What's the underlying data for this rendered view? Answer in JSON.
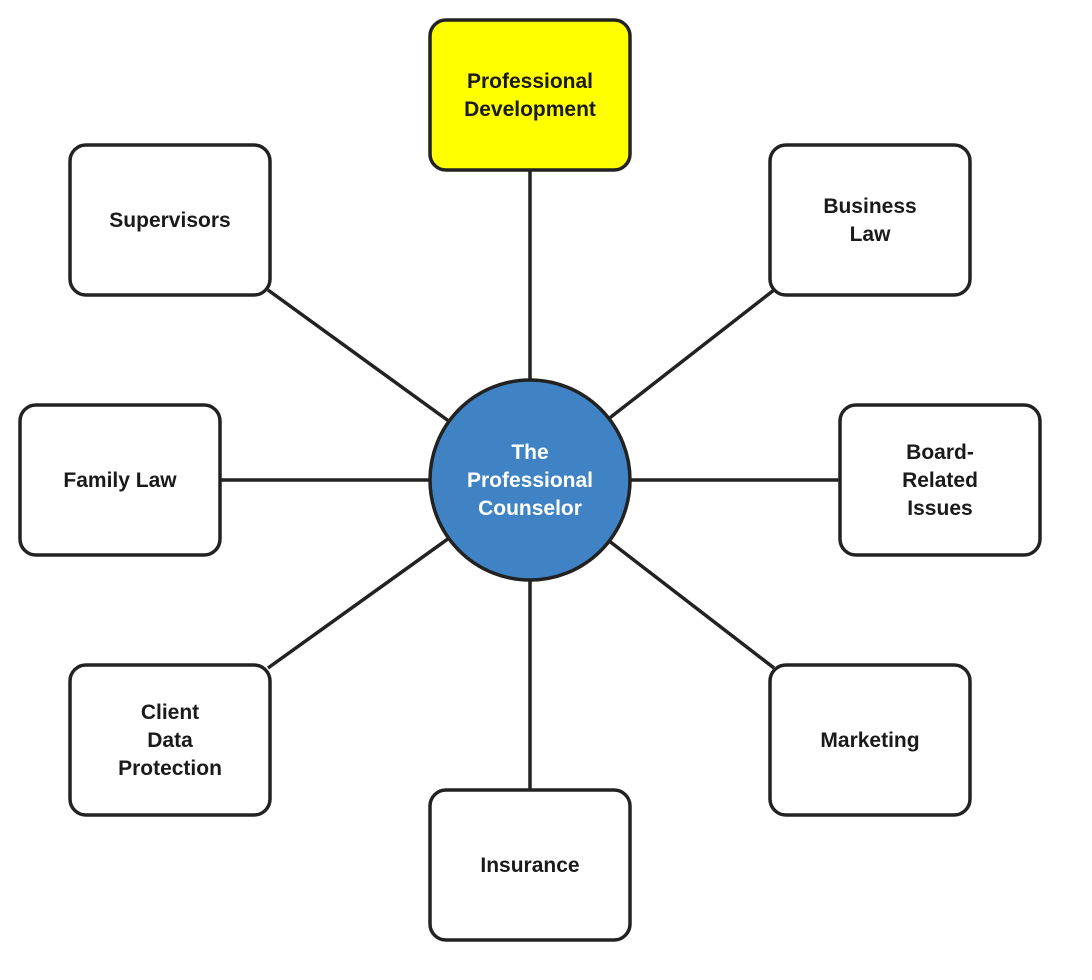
{
  "colors": {
    "center_fill": "#3f83c5",
    "center_text": "#ffffff",
    "highlight_fill": "#ffff00",
    "box_fill": "#ffffff",
    "stroke": "#222222",
    "text": "#1a1a1a"
  },
  "center": {
    "lines": [
      "The",
      "Professional",
      "Counselor"
    ]
  },
  "nodes": [
    {
      "id": "professional-development",
      "lines": [
        "Professional",
        "Development"
      ],
      "highlighted": true
    },
    {
      "id": "business-law",
      "lines": [
        "Business",
        "Law"
      ],
      "highlighted": false
    },
    {
      "id": "board-related-issues",
      "lines": [
        "Board-",
        "Related",
        "Issues"
      ],
      "highlighted": false
    },
    {
      "id": "marketing",
      "lines": [
        "Marketing"
      ],
      "highlighted": false
    },
    {
      "id": "insurance",
      "lines": [
        "Insurance"
      ],
      "highlighted": false
    },
    {
      "id": "client-data-protection",
      "lines": [
        "Client",
        "Data",
        "Protection"
      ],
      "highlighted": false
    },
    {
      "id": "family-law",
      "lines": [
        "Family Law"
      ],
      "highlighted": false
    },
    {
      "id": "supervisors",
      "lines": [
        "Supervisors"
      ],
      "highlighted": false
    }
  ]
}
